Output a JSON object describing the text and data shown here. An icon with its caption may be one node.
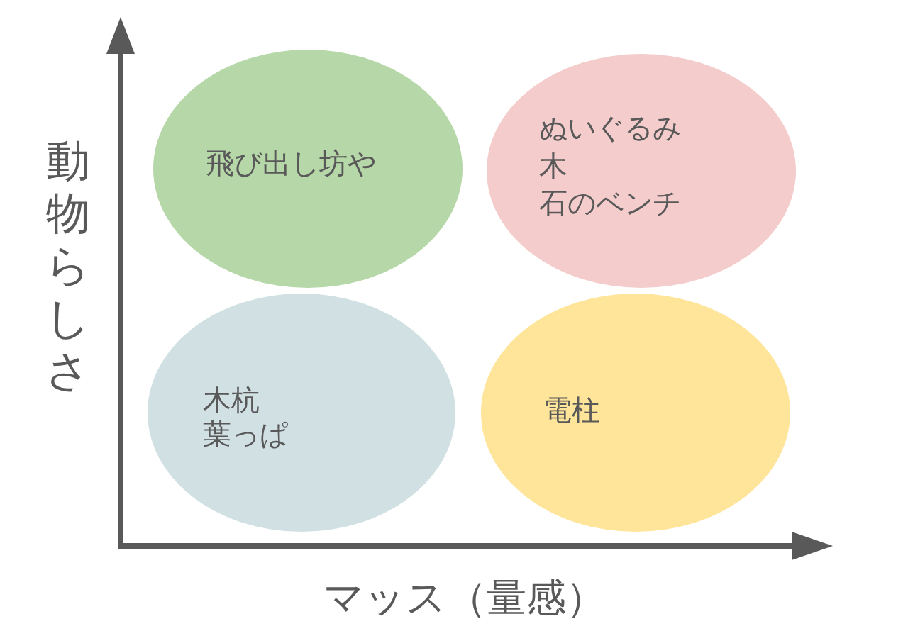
{
  "diagram": {
    "nodes": [
      {
        "text": [
          "飛び出し坊や"
        ]
      },
      {
        "text": [
          "ぬいぐるみ",
          "木",
          "石のベンチ"
        ]
      },
      {
        "text": [
          "木杭",
          "葉っぱ"
        ]
      },
      {
        "text": [
          "電柱"
        ]
      }
    ],
    "labels": [
      "動物らしさ",
      "マッス（量感）"
    ]
  }
}
